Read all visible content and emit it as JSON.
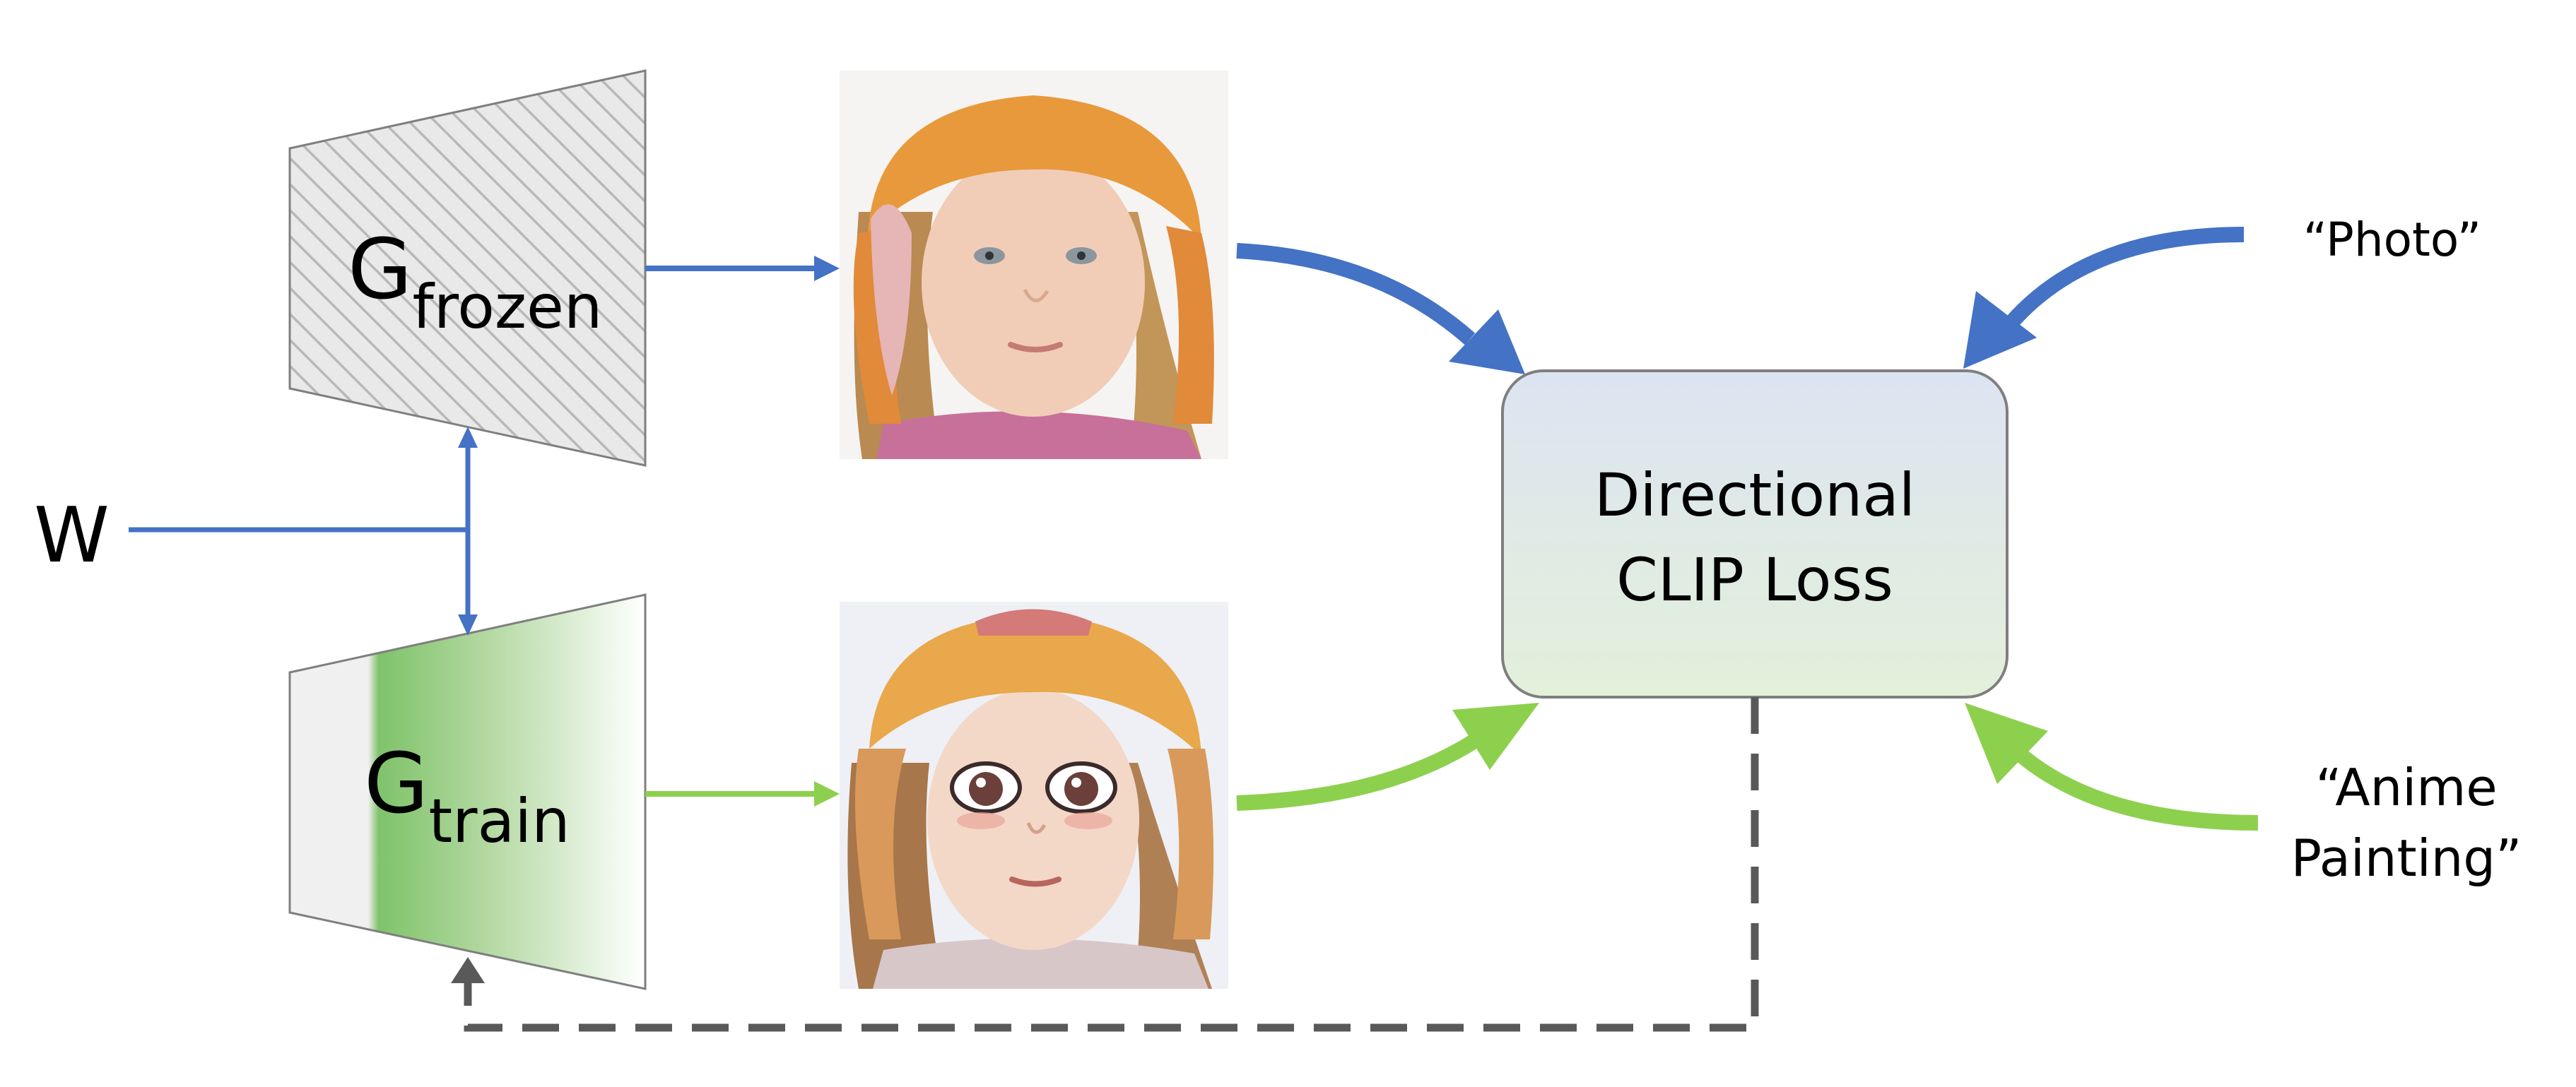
{
  "generators": {
    "frozen": {
      "base": "G",
      "subscript": "frozen"
    },
    "train": {
      "base": "G",
      "subscript": "train"
    }
  },
  "latent_label": "W",
  "loss_box": {
    "line1": "Directional",
    "line2": "CLIP Loss"
  },
  "prompts": {
    "source": "“Photo”",
    "target_line1": "“Anime",
    "target_line2": "Painting”"
  },
  "images": {
    "frozen_output": "photo-portrait-child",
    "train_output": "anime-portrait-child"
  },
  "colors": {
    "blue": "#4472C4",
    "green": "#8DD04E",
    "dashed_gray": "#595959",
    "box_top": "#DAE3F3",
    "box_bottom": "#E2EFDA"
  }
}
